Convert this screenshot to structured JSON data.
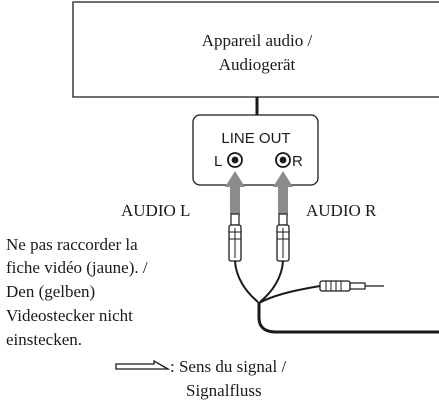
{
  "device": {
    "line1": "Appareil audio /",
    "line2": "Audiogerät"
  },
  "line_out": {
    "title": "LINE OUT",
    "left": "L",
    "right": "R"
  },
  "labels": {
    "audio_l": "AUDIO L",
    "audio_r": "AUDIO R"
  },
  "note": {
    "line1": "Ne pas raccorder la",
    "line2": "fiche vidéo (jaune). /",
    "line3": "Den (gelben)",
    "line4": "Videostecker nicht",
    "line5": "einstecken."
  },
  "legend": {
    "line1": ": Sens du signal /",
    "line2": "Signalfluss"
  }
}
